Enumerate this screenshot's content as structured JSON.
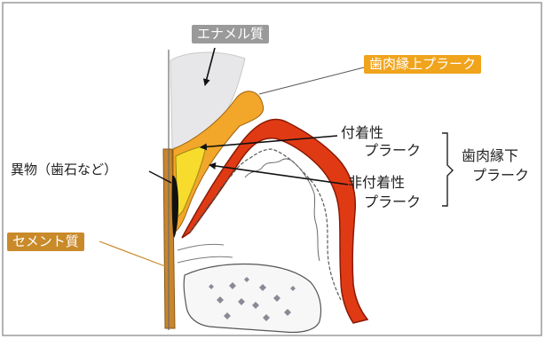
{
  "labels": {
    "enamel": "エナメル質",
    "supragingival_plaque": "歯肉縁上プラーク",
    "adherent_plaque_line1": "付着性",
    "adherent_plaque_line2": "プラーク",
    "nonadherent_plaque_line1": "非付着性",
    "nonadherent_plaque_line2": "プラーク",
    "subgingival_plaque_line1": "歯肉縁下",
    "subgingival_plaque_line2": "プラーク",
    "foreign_matter": "異物（歯石など）",
    "cementum": "セメント質"
  },
  "colors": {
    "enamel_label_bg": "#9a9a9a",
    "supragingival_label_bg": "#f0a41c",
    "cementum_label_bg": "#c98a2a",
    "gingiva": "#e03a14",
    "gingiva_outline": "#8a1a06",
    "plaque_orange": "#f2a62a",
    "plaque_yellow": "#f7dc2e",
    "cementum": "#c8862e",
    "calculus": "#111111",
    "enamel": "#e7e7e9",
    "bone_dots": "#8a8a96"
  }
}
